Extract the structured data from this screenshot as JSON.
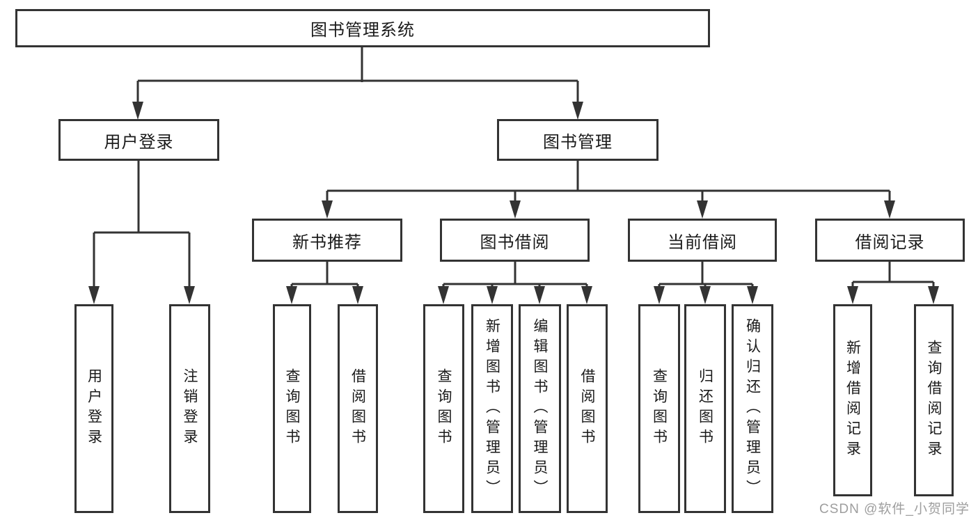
{
  "tree": {
    "root": "图书管理系统",
    "children": [
      {
        "label": "用户登录",
        "children": [
          "用户登录",
          "注销登录"
        ]
      },
      {
        "label": "图书管理",
        "children": [
          {
            "label": "新书推荐",
            "children": [
              "查询图书",
              "借阅图书"
            ]
          },
          {
            "label": "图书借阅",
            "children": [
              "查询图书",
              "新增图书（管理员）",
              "编辑图书（管理员）",
              "借阅图书"
            ]
          },
          {
            "label": "当前借阅",
            "children": [
              "查询图书",
              "归还图书",
              "确认归还（管理员）"
            ]
          },
          {
            "label": "借阅记录",
            "children": [
              "新增借阅记录",
              "查询借阅记录"
            ]
          }
        ]
      }
    ]
  },
  "watermark": {
    "text": "CSDN @软件_小贺同学"
  },
  "colors": {
    "line": "#333333",
    "text": "#1a1a1a",
    "watermark": "#9e9e9e",
    "background": "#ffffff"
  }
}
